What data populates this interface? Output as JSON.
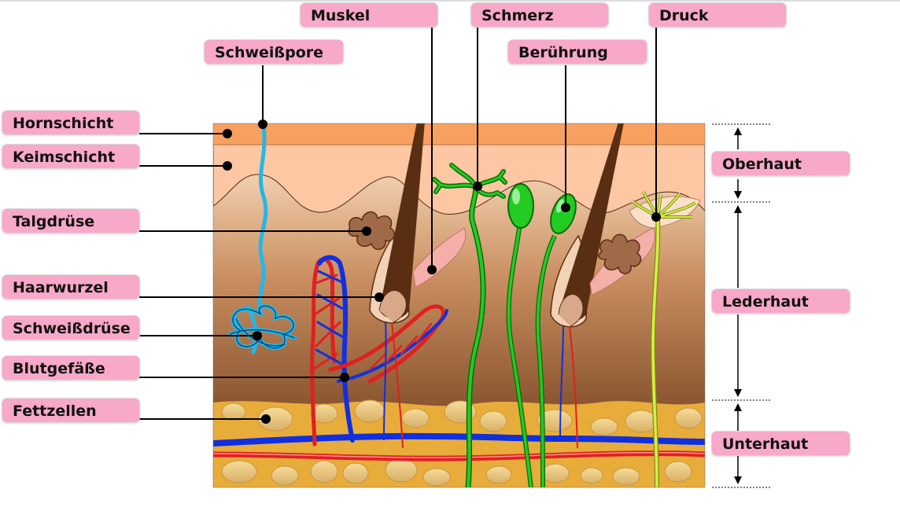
{
  "labels": {
    "hornschicht": "Hornschicht",
    "keimschicht": "Keimschicht",
    "talgdruese": "Talgdrüse",
    "haarwurzel": "Haarwurzel",
    "schweissdruese": "Schweißdrüse",
    "blutgefaesse": "Blutgefäße",
    "fettzellen": "Fettzellen",
    "schweisspore": "Schweißpore",
    "muskel": "Muskel",
    "schmerz": "Schmerz",
    "beruehrung": "Berührung",
    "druck": "Druck",
    "oberhaut": "Oberhaut",
    "lederhaut": "Lederhaut",
    "unterhaut": "Unterhaut"
  },
  "colors": {
    "hornschicht": "#f7a060",
    "keimschicht": "#fcc7a2",
    "lederhaut_top": "#f2cfae",
    "lederhaut_bottom": "#8a5530",
    "unterhaut": "#e8ac3a",
    "fat_cell": "#f6dc9a",
    "vein": "#1030e0",
    "artery": "#e02020",
    "sweat_gland": "#22b8e8",
    "hair": "#5a2e12",
    "touch_receptor": "#22cc22",
    "pain_nerve": "#1ea81e",
    "pressure_nerve": "#d8f040",
    "label_bg": "#f8a8c8"
  }
}
